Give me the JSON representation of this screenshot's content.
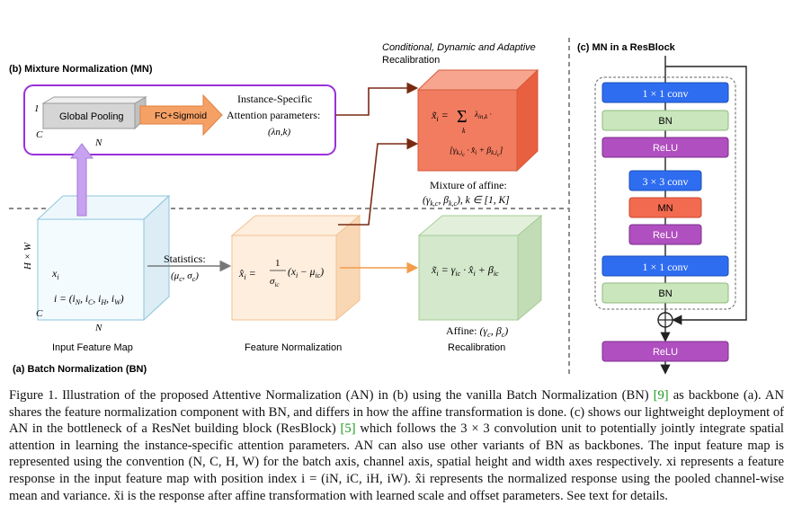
{
  "figure": {
    "top_heading": "Conditional, Dynamic and Adaptive",
    "top_heading_2": "Recalibration",
    "mn_title": "(b) Mixture Normalization (MN)",
    "bn_title": "(a) Batch Normalization (BN)",
    "resblock_title": "(c) MN in a ResBlock",
    "global_pooling": "Global Pooling",
    "fc_sigmoid": "FC+Sigmoid",
    "instance_specific_1": "Instance-Specific",
    "instance_specific_2": "Attention parameters:",
    "instance_specific_3": "(λn,k)",
    "pool_one": "1",
    "pool_c": "C",
    "pool_n": "N",
    "mixture_formula": "x̃i = Σk λn,k · [γk,ic · x̂i + βk,ic]",
    "mixture_label_1": "Mixture of affine:",
    "mixture_label_2": "(γk,c, βk,c), k ∈ [1, K]",
    "input_hw": "H × W",
    "input_xi": "xi",
    "input_index": "i = (iN, iC, iH, iW)",
    "input_c": "C",
    "input_n": "N",
    "input_label": "Input Feature Map",
    "statistics_1": "Statistics:",
    "statistics_2": "(μc, σc)",
    "fn_formula": "x̂i = (1/σic)(xi − μic)",
    "fn_label": "Feature Normalization",
    "affine_formula": "x̃i = γic · x̂i + βic",
    "affine_label_1": "Affine: (γc, βc)",
    "affine_label_2": "Recalibration",
    "res_blocks": [
      "1 × 1 conv",
      "BN",
      "ReLU",
      "3 × 3 conv",
      "MN",
      "ReLU",
      "1 × 1 conv",
      "BN",
      "ReLU"
    ],
    "colors": {
      "mn_border": "#9b30d9",
      "conv": "#2f6df0",
      "bn": "#c9e6bd",
      "relu": "#b04fbf",
      "mn": "#f26a4f",
      "mixture_cube": "#f0795e",
      "fn_cube": "#fde3c8",
      "affine_cube": "#cfe5c7",
      "input_cube": "#eaf6fb",
      "arrow_orange": "#f4a261",
      "arrow_purple": "#c8a2f0",
      "dark_red_arrow": "#7a2a12"
    }
  },
  "caption": {
    "p1": "Figure 1. Illustration of the proposed Attentive Normalization (AN) in (b) using the vanilla Batch Normalization (BN) ",
    "ref1": "[9]",
    "p2": " as backbone (a). AN shares the feature normalization component with BN, and differs in how the affine transformation is done. (c) shows our lightweight deployment of AN in the bottleneck of a ResNet building block (ResBlock) ",
    "ref2": "[5]",
    "p3": " which follows the 3 × 3 convolution unit to potentially jointly integrate spatial attention in learning the instance-specific attention parameters. AN can also use other variants of BN as backbones. The input feature map is represented using the convention (N, C, H, W) for the batch axis, channel axis, spatial height and width axes respectively. xi represents a feature response in the input feature map with position index i = (iN, iC, iH, iW). x̂i represents the normalized response using the pooled channel-wise mean and variance. x̃i is the response after affine transformation with learned scale and offset parameters. See text for details."
  }
}
